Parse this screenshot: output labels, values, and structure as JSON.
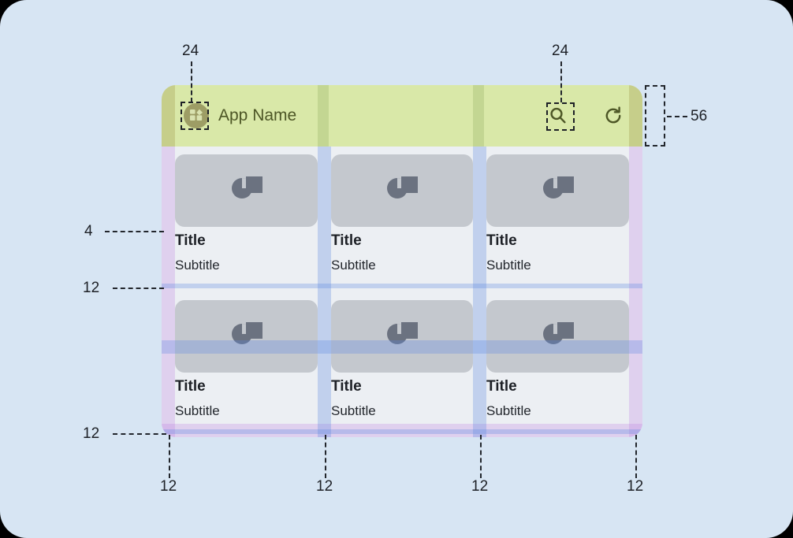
{
  "canvas": {
    "background_color": "#d7e5f3",
    "corner_radius": "34px"
  },
  "app": {
    "appbar": {
      "title": "App Name",
      "height_spec": "56",
      "background_color": "#d9e8a8",
      "foreground_color": "#4d5626",
      "menu_icon": "dashboard-menu-icon",
      "actions": [
        {
          "icon": "search-icon",
          "name": "search-action"
        },
        {
          "icon": "refresh-icon",
          "name": "refresh-action"
        }
      ]
    },
    "grid": {
      "columns": 3,
      "rows": 2,
      "card_surface_color": "#eceff3",
      "image_placeholder_color": "#c4c8ce",
      "image_glyph_color": "#6b7280",
      "cards": [
        {
          "title": "Title",
          "subtitle": "Subtitle"
        },
        {
          "title": "Title",
          "subtitle": "Subtitle"
        },
        {
          "title": "Title",
          "subtitle": "Subtitle"
        },
        {
          "title": "Title",
          "subtitle": "Subtitle"
        },
        {
          "title": "Title",
          "subtitle": "Subtitle"
        },
        {
          "title": "Title",
          "subtitle": "Subtitle"
        }
      ]
    }
  },
  "overlays": {
    "padding_color": "#ba78e2",
    "gutter_color": "#5c88e0",
    "appbar_padding_color": "#968c3c"
  },
  "annotations": {
    "menu_icon_size": "24",
    "search_icon_size": "24",
    "appbar_height": "56",
    "image_to_title_gap": "4",
    "row_gap": "12",
    "bottom_padding": "12",
    "bottom_ticks": [
      "12",
      "12",
      "12",
      "12"
    ]
  }
}
